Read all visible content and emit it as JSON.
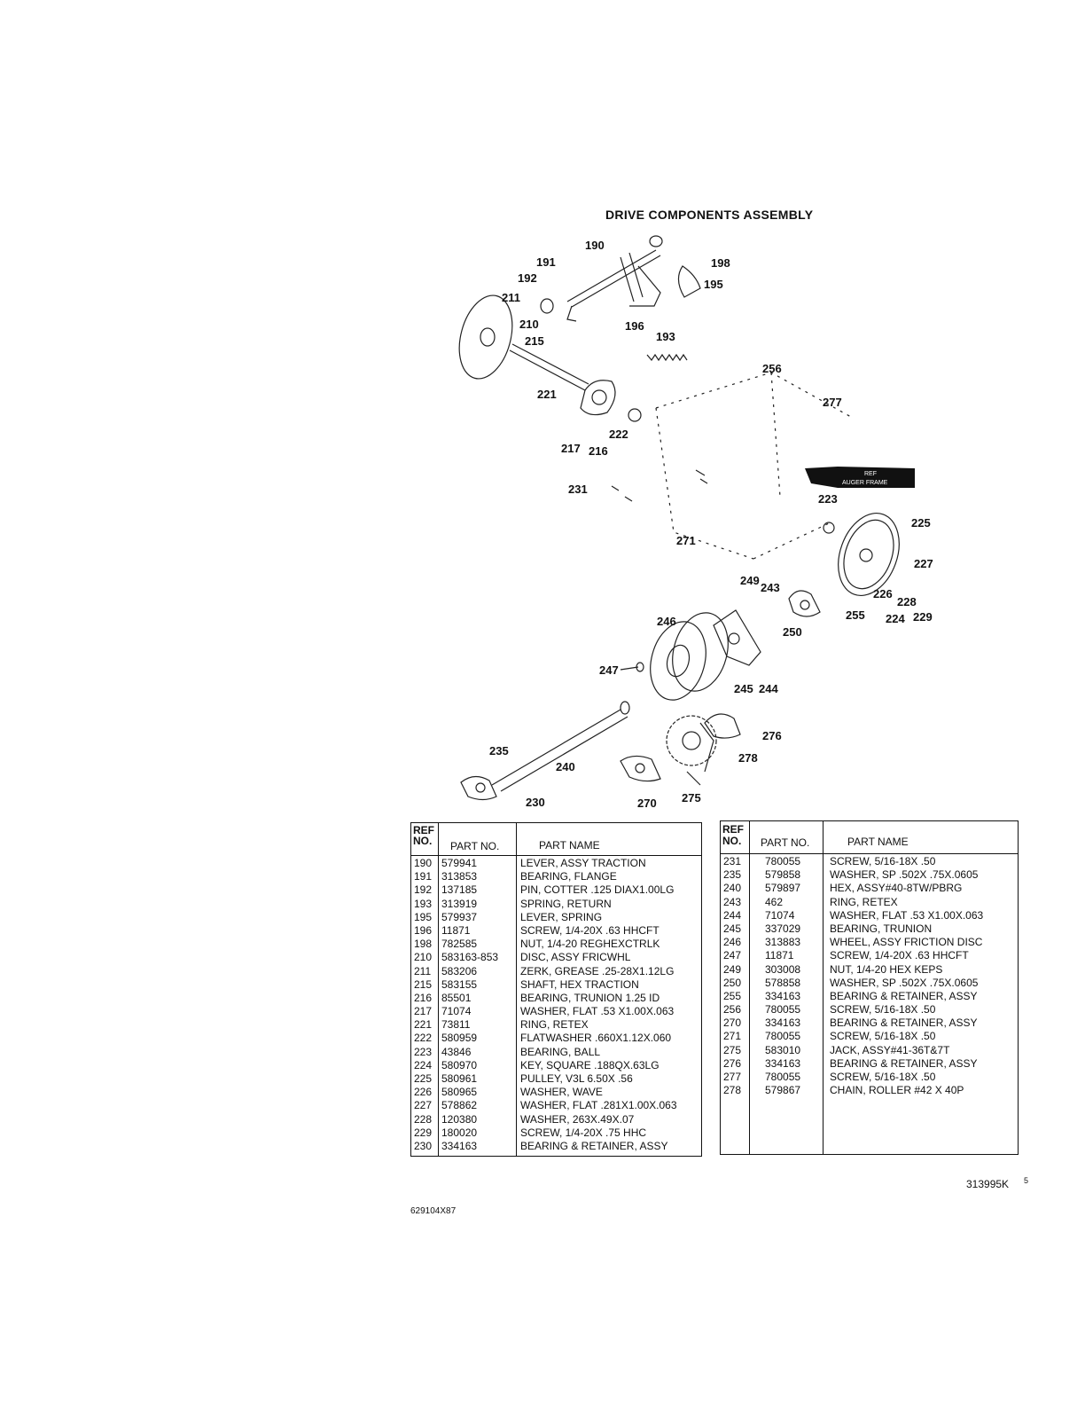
{
  "title": "DRIVE COMPONENTS ASSEMBLY",
  "diagram": {
    "callouts": [
      "190",
      "191",
      "192",
      "211",
      "210",
      "215",
      "196",
      "193",
      "198",
      "195",
      "256",
      "277",
      "221",
      "222",
      "217",
      "216",
      "231",
      "223",
      "225",
      "271",
      "227",
      "249",
      "243",
      "226",
      "228",
      "255",
      "224",
      "229",
      "246",
      "250",
      "247",
      "245",
      "244",
      "235",
      "240",
      "276",
      "278",
      "230",
      "270",
      "275"
    ],
    "banner_line1": "REF",
    "banner_line2": "AUGER FRAME"
  },
  "table_headers": {
    "ref_line1": "REF",
    "ref_line2": "NO.",
    "part_no": "PART NO.",
    "part_name": "PART NAME"
  },
  "left_table": [
    {
      "ref": "190",
      "part_no": "579941",
      "name": "LEVER, ASSY TRACTION"
    },
    {
      "ref": "191",
      "part_no": "313853",
      "name": "BEARING, FLANGE"
    },
    {
      "ref": "192",
      "part_no": "137185",
      "name": "PIN, COTTER .125 DIAX1.00LG"
    },
    {
      "ref": "193",
      "part_no": "313919",
      "name": "SPRING, RETURN"
    },
    {
      "ref": "195",
      "part_no": "579937",
      "name": "LEVER, SPRING"
    },
    {
      "ref": "196",
      "part_no": "11871",
      "name": "SCREW, 1/4-20X .63 HHCFT"
    },
    {
      "ref": "198",
      "part_no": "782585",
      "name": "NUT, 1/4-20 REGHEXCTRLK"
    },
    {
      "ref": "210",
      "part_no": "583163-853",
      "name": "DISC, ASSY FRICWHL"
    },
    {
      "ref": "211",
      "part_no": "583206",
      "name": "ZERK, GREASE .25-28X1.12LG"
    },
    {
      "ref": "215",
      "part_no": "583155",
      "name": "SHAFT, HEX TRACTION"
    },
    {
      "ref": "216",
      "part_no": "85501",
      "name": "BEARING, TRUNION 1.25 ID"
    },
    {
      "ref": "217",
      "part_no": "71074",
      "name": "WASHER, FLAT .53 X1.00X.063"
    },
    {
      "ref": "221",
      "part_no": "73811",
      "name": "RING, RETEX"
    },
    {
      "ref": "222",
      "part_no": "580959",
      "name": "FLATWASHER .660X1.12X.060"
    },
    {
      "ref": "223",
      "part_no": "43846",
      "name": "BEARING, BALL"
    },
    {
      "ref": "224",
      "part_no": "580970",
      "name": "KEY, SQUARE .188QX.63LG"
    },
    {
      "ref": "225",
      "part_no": "580961",
      "name": "PULLEY, V3L 6.50X .56"
    },
    {
      "ref": "226",
      "part_no": "580965",
      "name": "WASHER, WAVE"
    },
    {
      "ref": "227",
      "part_no": "578862",
      "name": "WASHER, FLAT .281X1.00X.063"
    },
    {
      "ref": "228",
      "part_no": "120380",
      "name": "WASHER, 263X.49X.07"
    },
    {
      "ref": "229",
      "part_no": "180020",
      "name": "SCREW, 1/4-20X .75 HHC"
    },
    {
      "ref": "230",
      "part_no": "334163",
      "name": "BEARING & RETAINER, ASSY"
    }
  ],
  "right_table": [
    {
      "ref": "231",
      "part_no": "780055",
      "name": "SCREW, 5/16-18X .50"
    },
    {
      "ref": "235",
      "part_no": "579858",
      "name": "WASHER, SP .502X .75X.0605"
    },
    {
      "ref": "240",
      "part_no": "579897",
      "name": "HEX, ASSY#40-8TW/PBRG"
    },
    {
      "ref": "243",
      "part_no": "462",
      "name": "RING, RETEX"
    },
    {
      "ref": "244",
      "part_no": "71074",
      "name": "WASHER, FLAT .53 X1.00X.063"
    },
    {
      "ref": "245",
      "part_no": "337029",
      "name": "BEARING, TRUNION"
    },
    {
      "ref": "246",
      "part_no": "313883",
      "name": "WHEEL, ASSY FRICTION DISC"
    },
    {
      "ref": "247",
      "part_no": "11871",
      "name": "SCREW, 1/4-20X .63 HHCFT"
    },
    {
      "ref": "249",
      "part_no": "303008",
      "name": "NUT, 1/4-20 HEX KEPS"
    },
    {
      "ref": "250",
      "part_no": "578858",
      "name": "WASHER, SP .502X .75X.0605"
    },
    {
      "ref": "255",
      "part_no": "334163",
      "name": "BEARING & RETAINER, ASSY"
    },
    {
      "ref": "256",
      "part_no": "780055",
      "name": "SCREW, 5/16-18X .50"
    },
    {
      "ref": "270",
      "part_no": "334163",
      "name": "BEARING & RETAINER, ASSY"
    },
    {
      "ref": "271",
      "part_no": "780055",
      "name": "SCREW, 5/16-18X .50"
    },
    {
      "ref": "275",
      "part_no": "583010",
      "name": "JACK, ASSY#41-36T&7T"
    },
    {
      "ref": "276",
      "part_no": "334163",
      "name": "BEARING & RETAINER, ASSY"
    },
    {
      "ref": "277",
      "part_no": "780055",
      "name": "SCREW, 5/16-18X .50"
    },
    {
      "ref": "278",
      "part_no": "579867",
      "name": "CHAIN, ROLLER #42 X 40P"
    }
  ],
  "table_code": "313995K",
  "page_number": "5",
  "document_code": "629104X87"
}
